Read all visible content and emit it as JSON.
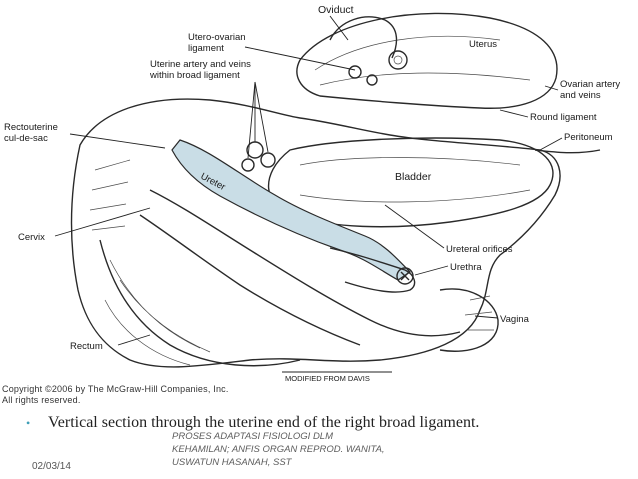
{
  "diagram": {
    "labels": {
      "oviduct": "Oviduct",
      "utero_ovarian_1": "Utero-ovarian",
      "utero_ovarian_2": "ligament",
      "uterus": "Uterus",
      "uterine_artery_1": "Uterine artery and veins",
      "uterine_artery_2": "within broad ligament",
      "ovarian_artery_1": "Ovarian artery",
      "ovarian_artery_2": "and veins",
      "round_ligament": "Round ligament",
      "peritoneum": "Peritoneum",
      "rectouterine_1": "Rectouterine",
      "rectouterine_2": "cul-de-sac",
      "ureter": "Ureter",
      "bladder": "Bladder",
      "cervix": "Cervix",
      "ureteral_orifices": "Ureteral orifices",
      "urethra": "Urethra",
      "vagina": "Vagina",
      "rectum": "Rectum",
      "modified_from": "MODIFIED FROM DAVIS"
    },
    "colors": {
      "ink": "#2a2a2a",
      "ureter_fill": "#c9dde6",
      "paper": "#ffffff"
    }
  },
  "copyright": {
    "line1": "Copyright ©2006 by The McGraw-Hill Companies, Inc.",
    "line2": "All rights reserved."
  },
  "caption": {
    "bullet": "•",
    "text": "Vertical section through the uterine end of the right broad ligament.",
    "accent": "#3f9fb7"
  },
  "footer": {
    "date": "02/03/14",
    "note_line1": "PROSES ADAPTASI FISIOLOGI DLM",
    "note_line2": "KEHAMILAN; ANFIS ORGAN REPROD. WANITA,",
    "note_line3": "USWATUN HASANAH, SST"
  }
}
